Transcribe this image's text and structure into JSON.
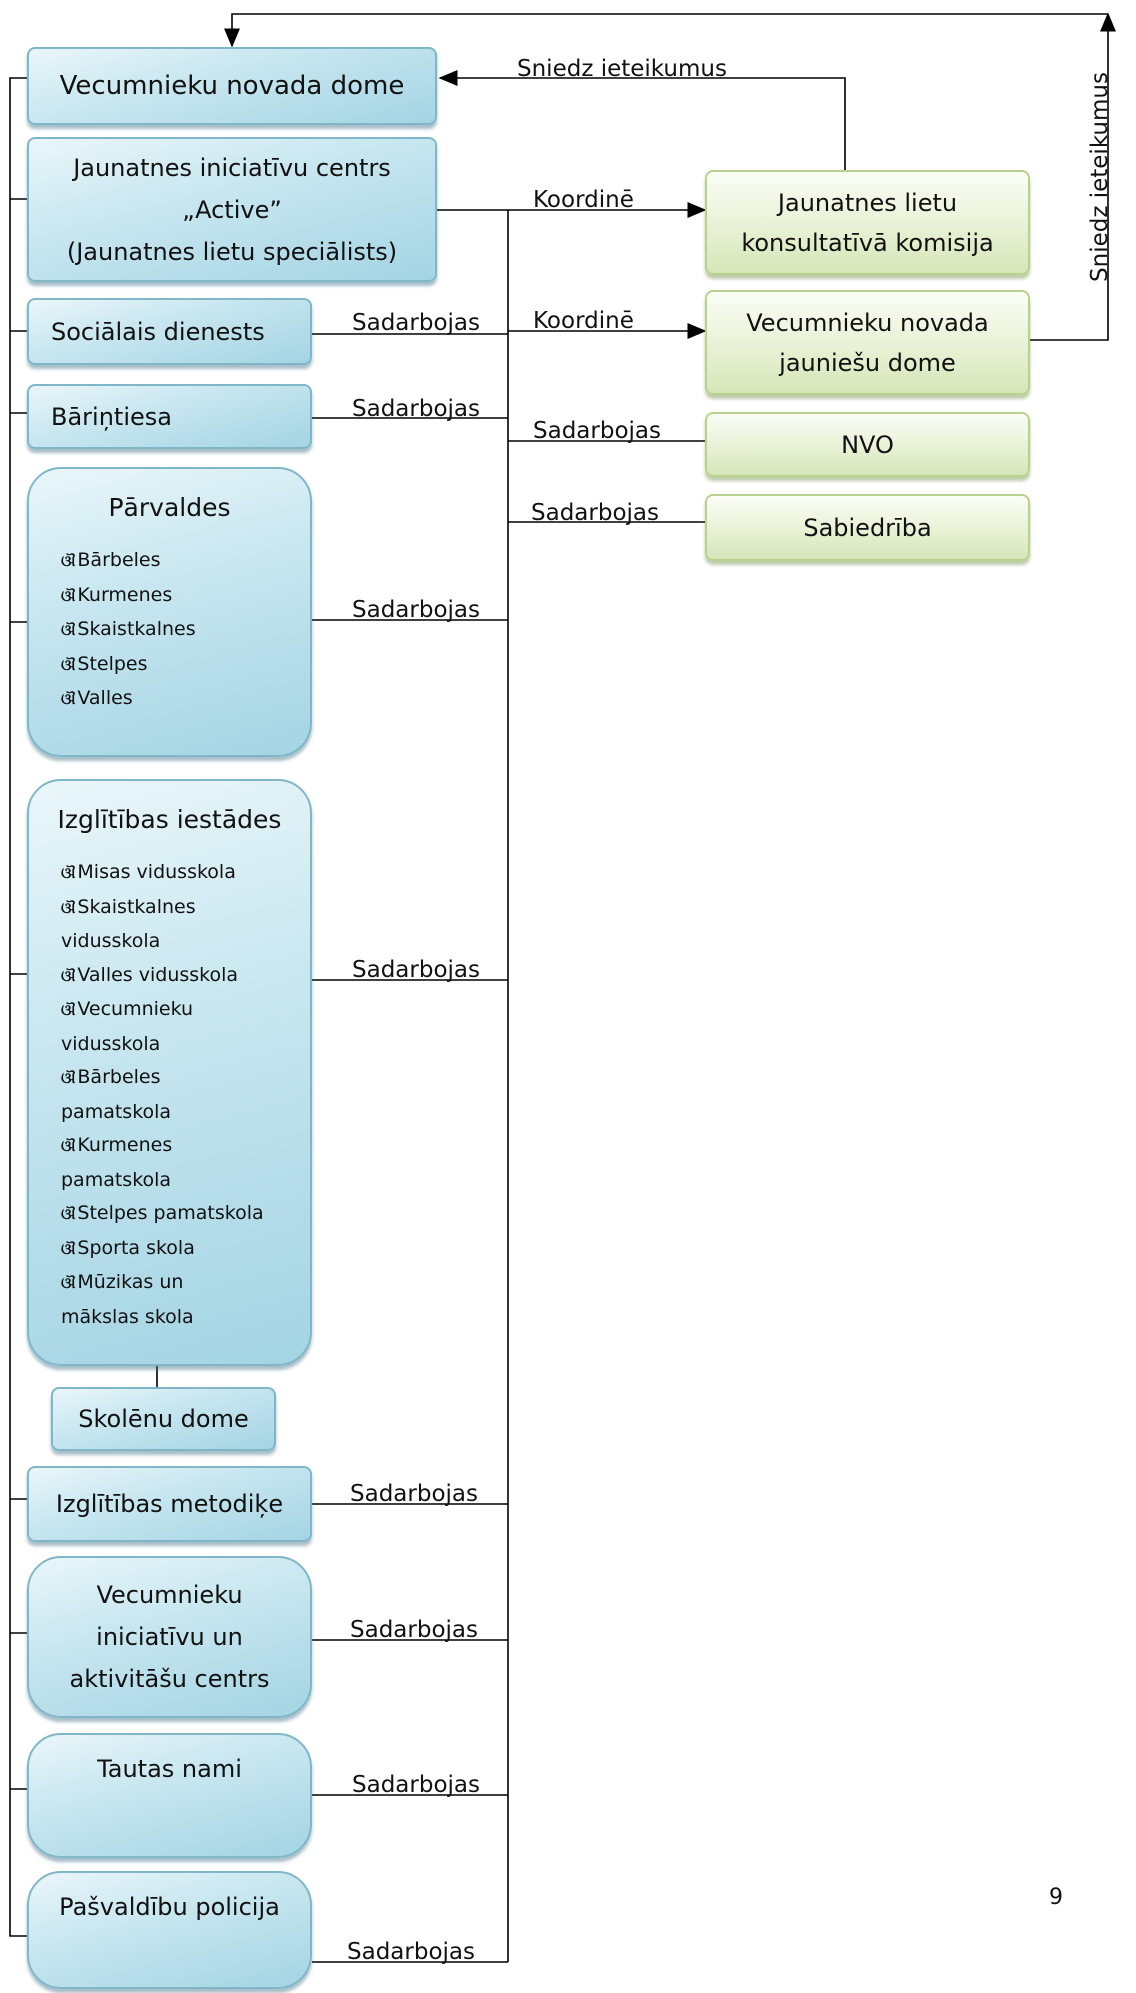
{
  "boxes": {
    "council": "Vecumnieku novada dome",
    "youth_center": [
      "Jaunatnes iniciatīvu centrs",
      "„Active”",
      "(Jaunatnes lietu speciālists)"
    ],
    "social": "Sociālais dienests",
    "orphan_court": "Bāriņtiesa",
    "administrations": {
      "title": "Pārvaldes",
      "items": [
        "Bārbeles",
        "Kurmenes",
        "Skaistkalnes",
        "Stelpes",
        "Valles"
      ]
    },
    "schools": {
      "title": "Izglītības iestādes",
      "lines": [
        {
          "bullet": true,
          "text": "Misas vidusskola"
        },
        {
          "bullet": true,
          "text": "Skaistkalnes"
        },
        {
          "bullet": false,
          "text": "vidusskola"
        },
        {
          "bullet": true,
          "text": "Valles vidusskola"
        },
        {
          "bullet": true,
          "text": "Vecumnieku"
        },
        {
          "bullet": false,
          "text": "vidusskola"
        },
        {
          "bullet": true,
          "text": "Bārbeles"
        },
        {
          "bullet": false,
          "text": "pamatskola"
        },
        {
          "bullet": true,
          "text": "Kurmenes"
        },
        {
          "bullet": false,
          "text": "pamatskola"
        },
        {
          "bullet": true,
          "text": "Stelpes pamatskola"
        },
        {
          "bullet": true,
          "text": "Sporta skola"
        },
        {
          "bullet": true,
          "text": "Mūzikas un"
        },
        {
          "bullet": false,
          "text": "mākslas skola"
        }
      ]
    },
    "student_council": "Skolēnu dome",
    "methodology": "Izglītības metodiķe",
    "initiative_center": [
      "Vecumnieku",
      "iniciatīvu un",
      "aktivitāšu centrs"
    ],
    "culture_houses": "Tautas nami",
    "police": "Pašvaldību policija",
    "commission": [
      "Jaunatnes lietu",
      "konsultatīvā komisija"
    ],
    "youth_council": [
      "Vecumnieku novada",
      "jauniešu dome"
    ],
    "ngo": "NVO",
    "society": "Sabiedrība"
  },
  "labels": {
    "advises_top": "Sniedz ieteikumus",
    "advises_side": "Sniedz ieteikumus",
    "coordinates": "Koordinē",
    "cooperates": "Sadarbojas"
  },
  "bullet_glyph": "ଔ",
  "page_number": "9",
  "colors": {
    "blue_box": "#a4d4e3",
    "green_box": "#d5e6b8",
    "line": "#000000"
  }
}
